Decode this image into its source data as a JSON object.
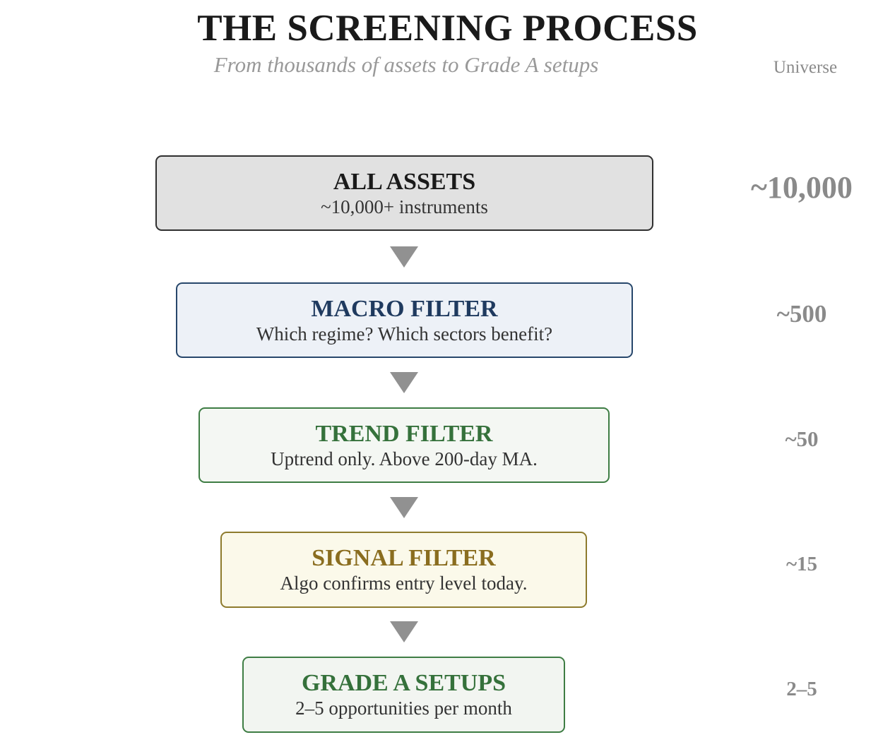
{
  "page": {
    "title": "THE SCREENING PROCESS",
    "subtitle": "From thousands of assets to Grade A setups",
    "column_label": "Universe",
    "background_color": "#ffffff",
    "arrow_color": "#919191",
    "count_color": "#8a8a8a",
    "subtitle_color": "#999999",
    "description_color": "#333333"
  },
  "stages": [
    {
      "title": "ALL ASSETS",
      "description": "~10,000+ instruments",
      "count": "~10,000",
      "bg_color": "#e1e1e1",
      "border_color": "#2f2f2f",
      "title_color": "#1a1a1a"
    },
    {
      "title": "MACRO FILTER",
      "description": "Which regime? Which sectors benefit?",
      "count": "~500",
      "bg_color": "#edf1f7",
      "border_color": "#27476b",
      "title_color": "#1f3a5f"
    },
    {
      "title": "TREND FILTER",
      "description": "Uptrend only. Above 200-day MA.",
      "count": "~50",
      "bg_color": "#f4f7f3",
      "border_color": "#3e7d44",
      "title_color": "#35713b"
    },
    {
      "title": "SIGNAL FILTER",
      "description": "Algo confirms entry level today.",
      "count": "~15",
      "bg_color": "#fbf9ea",
      "border_color": "#8e7b2d",
      "title_color": "#8a6d1f"
    },
    {
      "title": "GRADE A SETUPS",
      "description": "2–5 opportunities per month",
      "count": "2–5",
      "bg_color": "#f2f5f1",
      "border_color": "#3e7d44",
      "title_color": "#35713b"
    }
  ]
}
